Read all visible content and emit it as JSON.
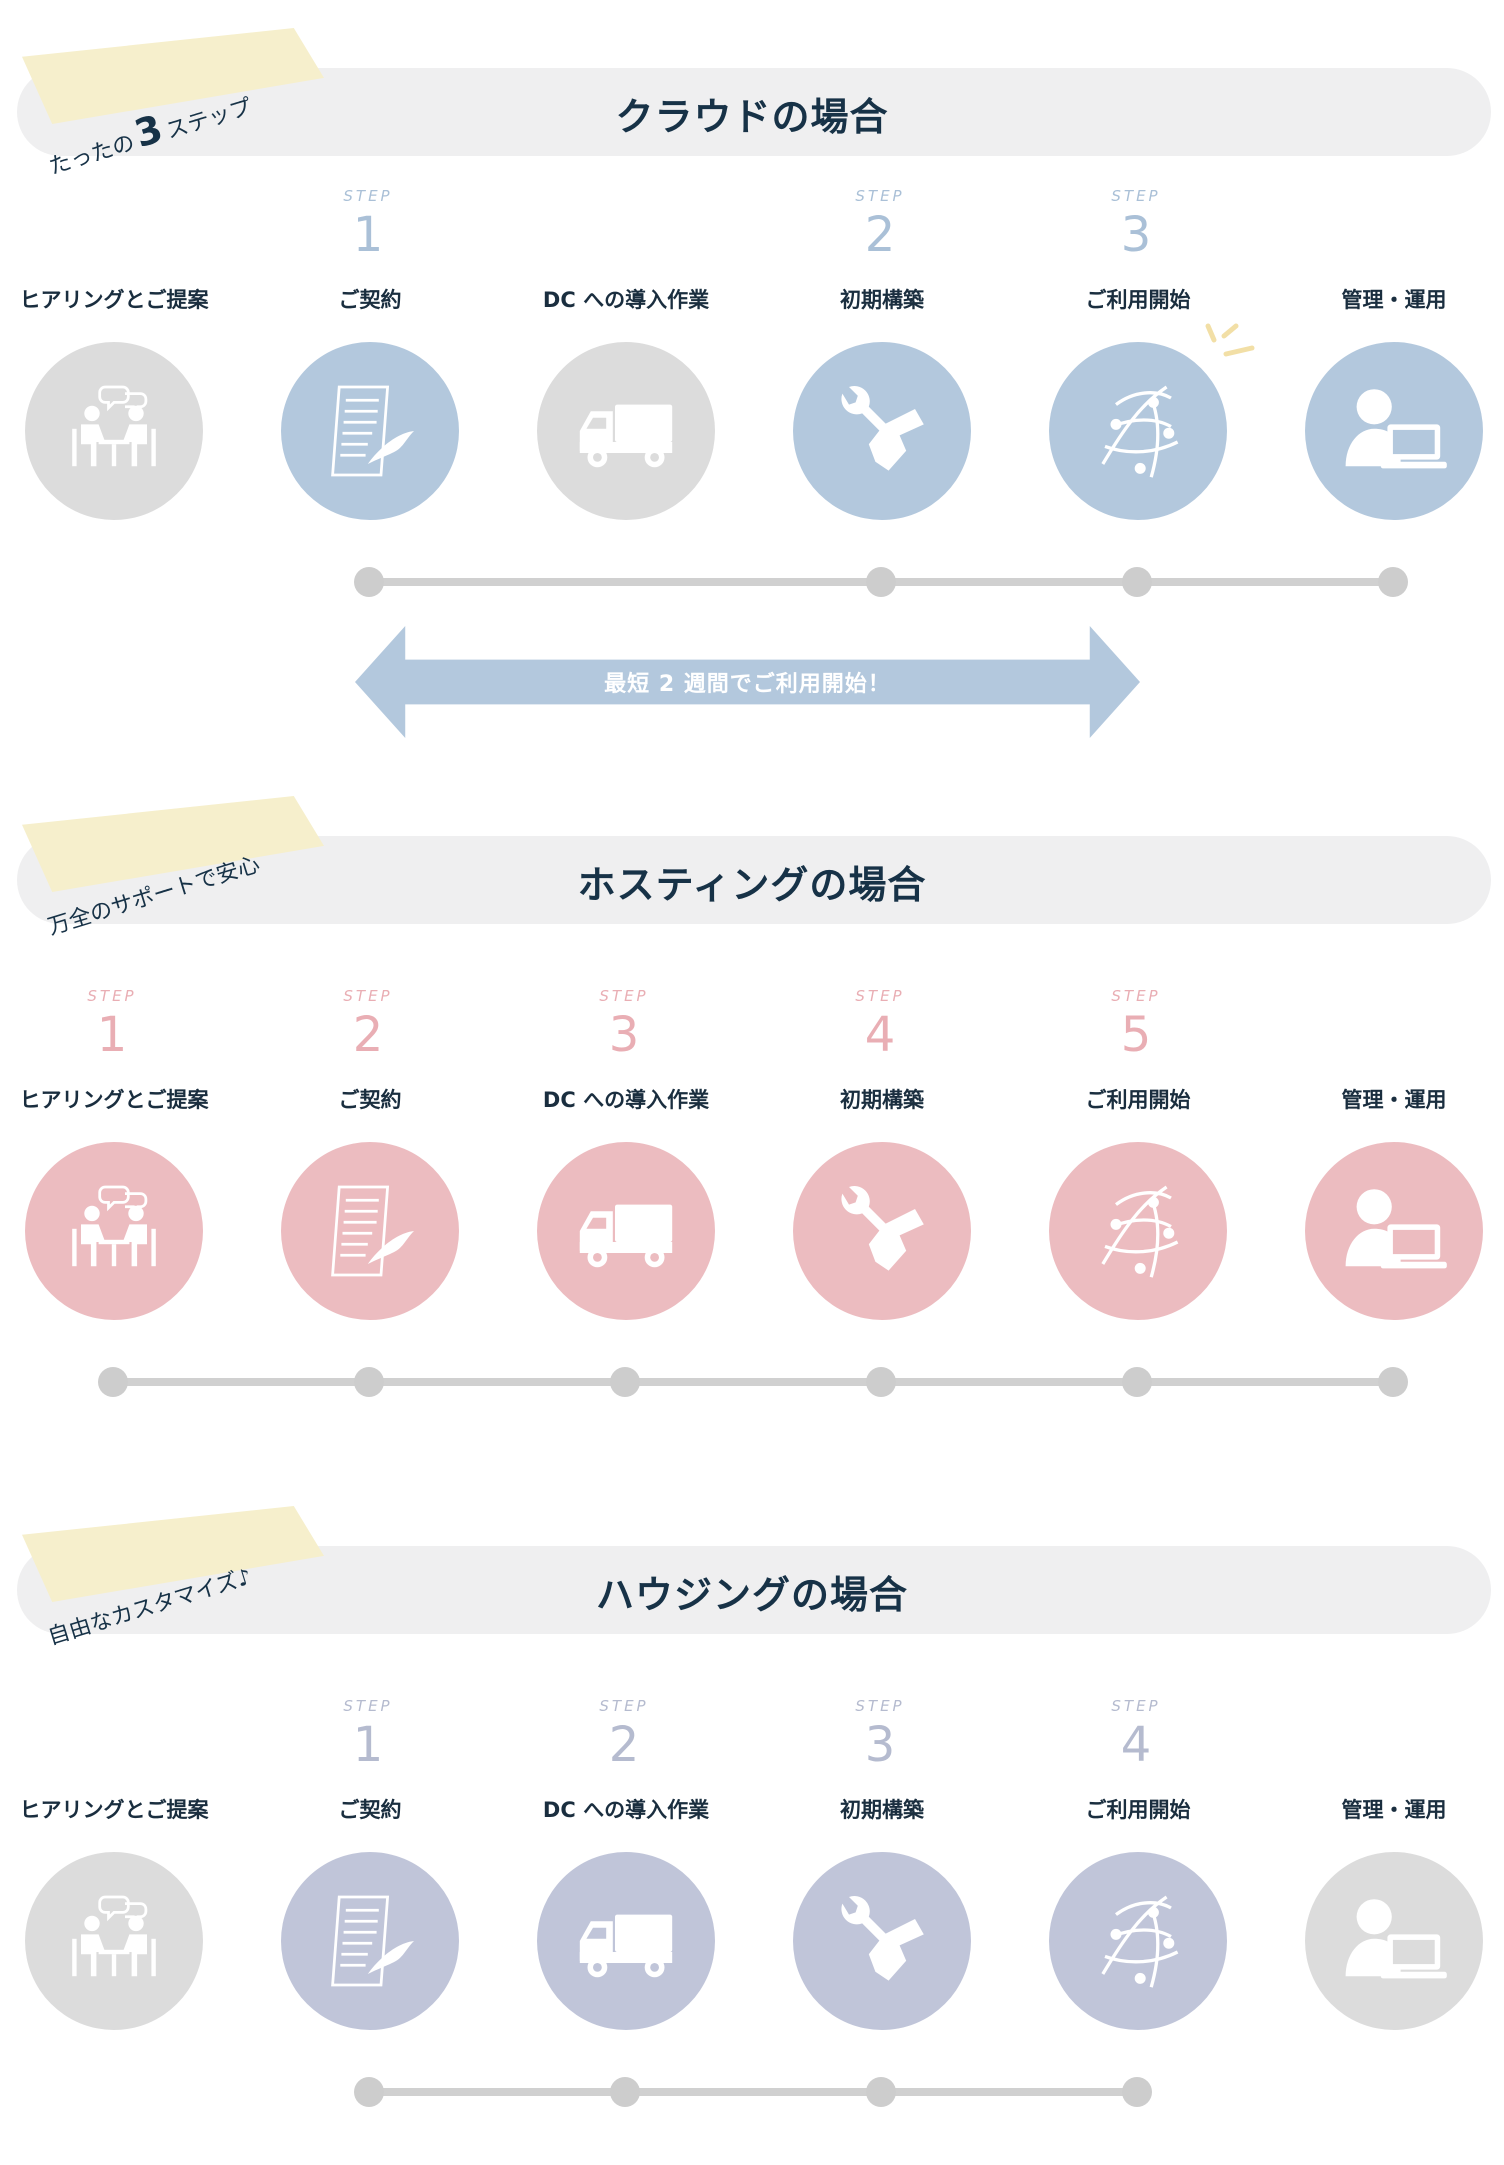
{
  "colors": {
    "blue": "#b3c8dd",
    "pink": "#ecbcc0",
    "lavender": "#c0c5d9",
    "grey": "#dcdcdc",
    "blue_text": "#aac0d7",
    "pink_text": "#e9aeb4",
    "lavender_text": "#b5bbcf",
    "ribbon": "#f6efcc"
  },
  "step_tag": "STEP",
  "cloud": {
    "title": "クラウドの場合",
    "ribbon_pre": "たったの",
    "ribbon_big": "3",
    "ribbon_post": "ステップ",
    "arrow_text": "最短 2 週間でご利用開始！",
    "steps": [
      {
        "label": "ヒアリングとご提案",
        "num": "",
        "icon": "meeting-icon"
      },
      {
        "label": "ご契約",
        "num": "1",
        "icon": "contract-icon"
      },
      {
        "label": "DC への導入作業",
        "num": "",
        "icon": "truck-icon"
      },
      {
        "label": "初期構築",
        "num": "2",
        "icon": "wrench-hand-icon"
      },
      {
        "label": "ご利用開始",
        "num": "3",
        "icon": "network-icon"
      },
      {
        "label": "管理・運用",
        "num": "",
        "icon": "operator-icon"
      }
    ]
  },
  "hosting": {
    "title": "ホスティングの場合",
    "ribbon_text": "万全のサポートで安心",
    "steps": [
      {
        "label": "ヒアリングとご提案",
        "num": "1",
        "icon": "meeting-icon"
      },
      {
        "label": "ご契約",
        "num": "2",
        "icon": "contract-icon"
      },
      {
        "label": "DC への導入作業",
        "num": "3",
        "icon": "truck-icon"
      },
      {
        "label": "初期構築",
        "num": "4",
        "icon": "wrench-hand-icon"
      },
      {
        "label": "ご利用開始",
        "num": "5",
        "icon": "network-icon"
      },
      {
        "label": "管理・運用",
        "num": "",
        "icon": "operator-icon"
      }
    ]
  },
  "housing": {
    "title": "ハウジングの場合",
    "ribbon_text": "自由なカスタマイズ♪",
    "steps": [
      {
        "label": "ヒアリングとご提案",
        "num": "",
        "icon": "meeting-icon"
      },
      {
        "label": "ご契約",
        "num": "1",
        "icon": "contract-icon"
      },
      {
        "label": "DC への導入作業",
        "num": "2",
        "icon": "truck-icon"
      },
      {
        "label": "初期構築",
        "num": "3",
        "icon": "wrench-hand-icon"
      },
      {
        "label": "ご利用開始",
        "num": "4",
        "icon": "network-icon"
      },
      {
        "label": "管理・運用",
        "num": "",
        "icon": "operator-icon"
      }
    ]
  }
}
